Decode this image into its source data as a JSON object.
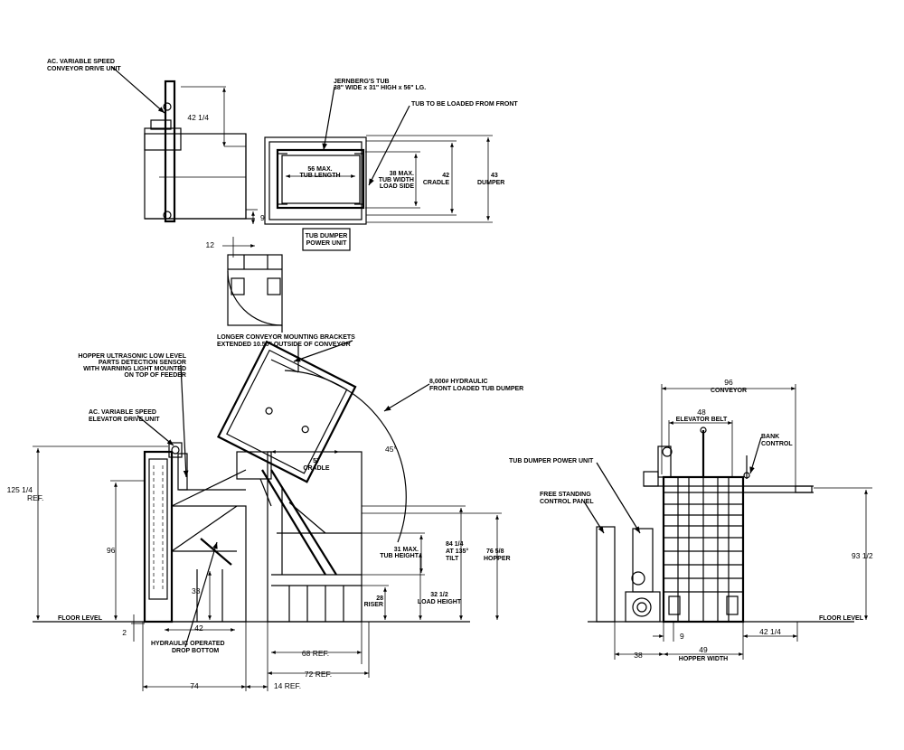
{
  "top_view": {
    "drive_note": [
      "AC. VARIABLE SPEED",
      "CONVEYOR DRIVE UNIT"
    ],
    "dim_height": "42 1/4",
    "dim_offset": "9",
    "dim_side": "12",
    "tub_note": [
      "JERNBERG'S TUB",
      "38\" WIDE x 31\" HIGH x 56\" LG."
    ],
    "load_note": "TUB TO BE LOADED FROM FRONT",
    "tub_length": [
      "56 MAX.",
      "TUB LENGTH"
    ],
    "tub_width": [
      "38 MAX.",
      "TUB WIDTH",
      "LOAD SIDE"
    ],
    "cradle_width": [
      "42",
      "CRADLE"
    ],
    "dumper_width": [
      "43",
      "DUMPER"
    ],
    "power_unit": [
      "TUB DUMPER",
      "POWER UNIT"
    ]
  },
  "side_view": {
    "bracket_note": [
      "LONGER CONVEYOR MOUNTING BRACKETS",
      "EXTENDED 10.50\" OUTSIDE OF CONVEYOR"
    ],
    "sensor_note": [
      "HOPPER ULTRASONIC LOW LEVEL",
      "PARTS DETECTION SENSOR",
      "WITH WARNING LIGHT MOUNTED",
      "ON TOP OF FEEDER"
    ],
    "elevator_note": [
      "AC. VARIABLE SPEED",
      "ELEVATOR DRIVE UNIT"
    ],
    "dumper_note": [
      "8,000# HYDRAULIC",
      "FRONT LOADED TUB DUMPER"
    ],
    "angle": "45°",
    "cradle": [
      "57",
      "CRADLE"
    ],
    "overall_height": [
      "125 1/4",
      "REF."
    ],
    "height_96": "96",
    "height_33": "33",
    "floor_level": "FLOOR LEVEL",
    "dim_2": "2",
    "dim_42": "42",
    "drop_bottom": [
      "HYDRAULIC OPERATED",
      "DROP BOTTOM"
    ],
    "dim_74": "74",
    "dim_68": "68 REF.",
    "dim_72": "72 REF.",
    "dim_14": "14 REF.",
    "tub_height": [
      "31 MAX.",
      "TUB HEIGHT"
    ],
    "tilt": [
      "84 1/4",
      "AT 135°",
      "TILT"
    ],
    "hopper": [
      "76 5/8",
      "HOPPER"
    ],
    "riser": [
      "28",
      "RISER"
    ],
    "load_height": [
      "32 1/2",
      "LOAD HEIGHT"
    ]
  },
  "end_view": {
    "conveyor": [
      "96",
      "CONVEYOR"
    ],
    "elevator_belt": [
      "48",
      "ELEVATOR BELT"
    ],
    "bank_control": [
      "BANK",
      "CONTROL"
    ],
    "power_unit_note": "TUB DUMPER POWER UNIT",
    "control_panel": [
      "FREE STANDING",
      "CONTROL PANEL"
    ],
    "height": "93 1/2",
    "floor_level": "FLOOR LEVEL",
    "dim_9": "9",
    "dim_42": "42 1/4",
    "dim_38": "38",
    "hopper_width": [
      "49",
      "HOPPER WIDTH"
    ]
  }
}
